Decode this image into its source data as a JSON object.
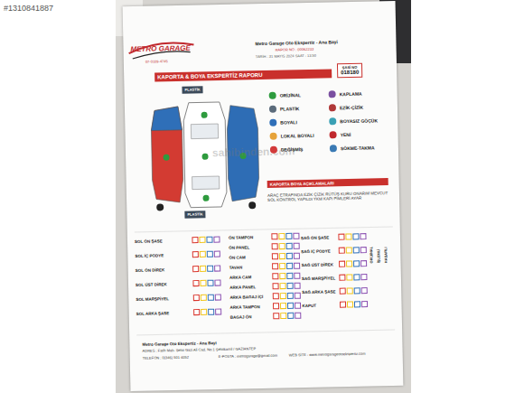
{
  "diagram": {
    "nodes": [
      {
        "text": [
          "KAPORTA & BOYA EKSPERTİZ RAPORU"
        ]
      },
      {
        "text": [
          "ŞASİ NO",
          "018180"
        ]
      },
      {
        "text": [
          "KAPORTA BOYA AÇIKLAMALARI"
        ]
      },
      {
        "text": [
          "PLASTİK"
        ]
      },
      {
        "text": [
          "PLASTİK"
        ]
      }
    ],
    "labels": [
      "#1310841887",
      "METRO GARAGE",
      "07-0109-4745",
      "Metro Garage Oto Ekspertiz - Ana Bayi",
      "RAPOR NO : 00062233",
      "TARİH : 31 MAYIS 2024 SAAT : 13:50",
      "sahibinden.com",
      "ARAÇ ETRAFINDA EZİK ÇİZİK RÜTÜŞ KURU ONARIM MEVCUT SOL KONTROL YAPILDI YKM KAPI PİMLERİ AYAR",
      "SOL ÖN ŞASE",
      "SOL İÇ PODYE",
      "SOL ÖN DİREK",
      "SOL ÜST DİREK",
      "SOL MARŞPİYEL",
      "SOL ARKA ŞASE",
      "ÖN TAMPON",
      "ÖN PANEL",
      "ÖN CAM",
      "TAVAN",
      "ARKA CAM",
      "ARKA PANEL",
      "ARKA BAGAJ İÇİ",
      "ARKA TAMPON",
      "BAGAJ ÖN",
      "SAĞ ÖN ŞASE",
      "SAĞ İÇ PODYE",
      "SAĞ ÜST DİREK",
      "SAĞ MARŞPİYEL",
      "SAĞ ARKA ŞASE",
      "KAPUT",
      "ORİJİNAL",
      "İŞLEMLİ",
      "HASARLI",
      "Metro Garage Oto Ekspertiz - Ana Bayi",
      "ADRES : Fatih Mah. Şehit Gazi Ali Cad. No:1 Şehitkamil / GAZİANTEP",
      "TELEFON : 0(346) 501 4052",
      "E-POSTA : metrogarage@gmail.com",
      "WEB SİTE : www.metrogarageotoekspertiz.com"
    ],
    "legend": [
      {
        "text": "ORİJİNAL",
        "color": "#2e9b3e"
      },
      {
        "text": "PLASTİK",
        "color": "#5b6b7b"
      },
      {
        "text": "BOYALI",
        "color": "#2f6fb8"
      },
      {
        "text": "LOKAL BOYALI",
        "color": "#e6a33a"
      },
      {
        "text": "DEĞİŞMİŞ",
        "color": "#d23a3a"
      },
      {
        "text": "KAPLAMA",
        "color": "#7a4fa0"
      },
      {
        "text": "EZİK-ÇİZİK",
        "color": "#b03838"
      },
      {
        "text": "BOYASIZ GÖÇÜK",
        "color": "#3aa0b4"
      },
      {
        "text": "YENİ",
        "color": "#c0282d"
      },
      {
        "text": "SÖKME-TAKMA",
        "color": "#3a7ab4"
      }
    ]
  }
}
